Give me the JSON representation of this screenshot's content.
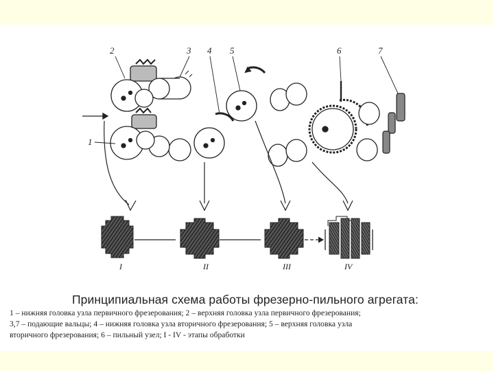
{
  "labels": {
    "n1": "1",
    "n2": "2",
    "n3": "3",
    "n4": "4",
    "n5": "5",
    "n6": "6",
    "n7": "7"
  },
  "stages": [
    "I",
    "II",
    "III",
    "IV"
  ],
  "caption": {
    "title": "Принципиальная схема работы фрезерно-пильного агрегата:",
    "line1": "1 – нижняя головка узла первичного фрезерования; 2 – верхняя головка узла первичного фрезерования;",
    "line2": "3,7 – подающие вальцы; 4 – нижняя головка узла вторичного фрезерования; 5 – верхняя головка узла",
    "line3": "вторичного фрезерования; 6 – пильный узел; I - IV - этапы обработки"
  }
}
